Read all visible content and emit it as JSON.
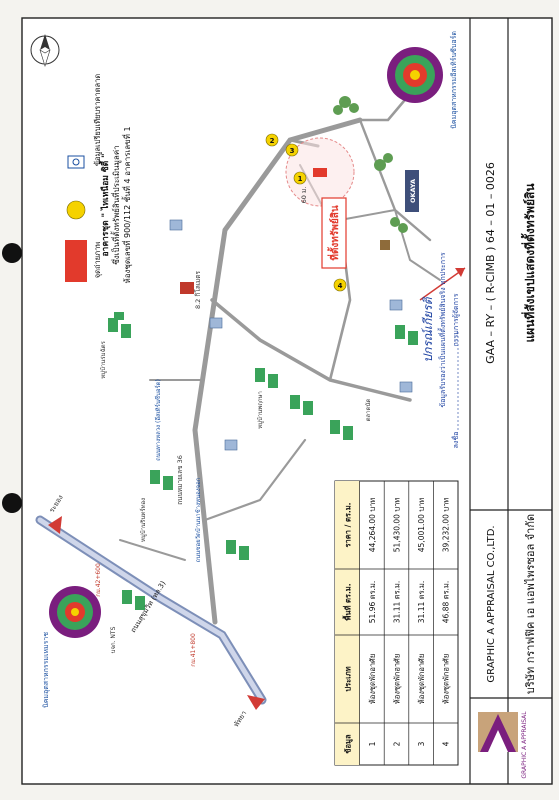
{
  "title_block": {
    "map_title": "แผนที่สังเขปแสดงที่ตั้งทรัพย์สิน",
    "report_no": "GAA – RY – ( R-CIMB ) 64 – 01 – 0026",
    "company_en": "GRAPHIC A APPRAISAL CO.,LTD.",
    "company_th": "บริษัท กราฟฟิค เอ แอพไพรซอล จำกัด",
    "logo_label": "GRAPHIC A APPRAISAL"
  },
  "legend": {
    "condo": "อาคารชุด \" ไทเหนือม ซิตี้ \"",
    "property": "ซึ่งเป็นที่ตั้งทรัพย์สินที่ประเมินมูลค่า",
    "unit": "ห้องชุดเลขที่ 900/112 ชั้นที่ 4 อาคารเลขที่ 1",
    "compare": "ข้อมูลเปรียบเทียบราคาตลาด",
    "photo": "จุดถ่ายภาพ"
  },
  "map_labels": {
    "property_tag": "ที่ตั้งทรัพย์สิน",
    "okaya": "OKAYA",
    "road_main": "ถนนสุขุมวิท (ทล.3)",
    "road_west": "ถนนหมายเลข 36",
    "to_north": "ระยอง",
    "to_south": "พัทยา",
    "km_a": "กม.42+600",
    "km_b": "กม.41+800",
    "dist_82": "8.2 กิโลเมตร",
    "dist_60": "60 ม.",
    "village_1": "หมู่บ้านร่มฉัตร",
    "village_2": "หมู่บ้านรินทร์ทอง",
    "village_3": "หมู่บ้านพฤกษา",
    "market": "ตลาดนัด",
    "nts": "บจก. NTS",
    "estate_top": "นิคมอุตสาหกรรมอีสเทิร์นซีบอร์ด",
    "estate_bottom": "นิคมอุตสาหกรรมเหมราช",
    "rd_1": "ถนนทางหลวง (อีสเทิร์นซีบอร์ด)",
    "rd_2": "ถนนซอยวัดบ้านนาช้างหนองจอก",
    "point_1": "1",
    "point_2": "2",
    "point_3": "3",
    "point_4": "4"
  },
  "signature": {
    "name": "ปกรณ์เกียรติ",
    "note": "ข้อมูลรับรองว่าเป็นแผนที่ตั้งทรัพย์สินจริง ทุกประการ",
    "label": "ลงชื่อ",
    "role": "กรรมการผู้จัดการ"
  },
  "table": {
    "headers": [
      "ข้อมูล",
      "ประเภท",
      "พื้นที่ ตร.ม.",
      "ราคา / ตร.ม."
    ],
    "rows": [
      [
        "1",
        "ห้องชุดพักอาศัย",
        "51.96 ตร.ม.",
        "44,264.00 บาท"
      ],
      [
        "2",
        "ห้องชุดพักอาศัย",
        "31.11 ตร.ม.",
        "51,430.00 บาท"
      ],
      [
        "3",
        "ห้องชุดพักอาศัย",
        "31.11 ตร.ม.",
        "45,001.00 บาท"
      ],
      [
        "4",
        "ห้องชุดพักอาศัย",
        "46.88 ตร.ม.",
        "39,232.00 บาท"
      ]
    ]
  },
  "colors": {
    "road": "#9a9a9a",
    "highway": "#7d8fb8",
    "property": "#e23a2c",
    "marker": "#f5d200",
    "logo": "#7a1e7e",
    "tree": "#3aa35a"
  }
}
